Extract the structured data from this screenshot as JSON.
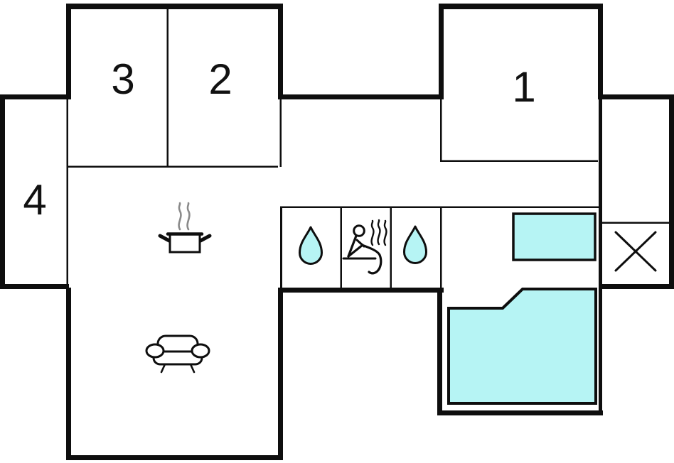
{
  "diagram": {
    "type": "floor-plan",
    "description": "holiday-home floor plan with numbered rooms, sauna and shower cells, kitchen pot, sofa, two cyan water/bed areas and a crossed box",
    "background": "#ffffff"
  },
  "colors": {
    "wall": "#0e0e0e",
    "water_fill": "#b6f4f4",
    "steam_gray": "#8a8a8a",
    "label_text": "#111111",
    "icon_fill": "#ffffff"
  },
  "rooms": [
    {
      "label": "1"
    },
    {
      "label": "2"
    },
    {
      "label": "3"
    },
    {
      "label": "4"
    }
  ],
  "features": {
    "shower_left": "water-drop-icon",
    "sauna": "sauna-person-icon",
    "shower_right": "water-drop-icon",
    "kitchen": "cooking-pot-icon",
    "living": "sofa-icon",
    "pool_small": "water-area-small",
    "pool_large": "water-area-large",
    "cross": "diagonal-cross-icon"
  }
}
